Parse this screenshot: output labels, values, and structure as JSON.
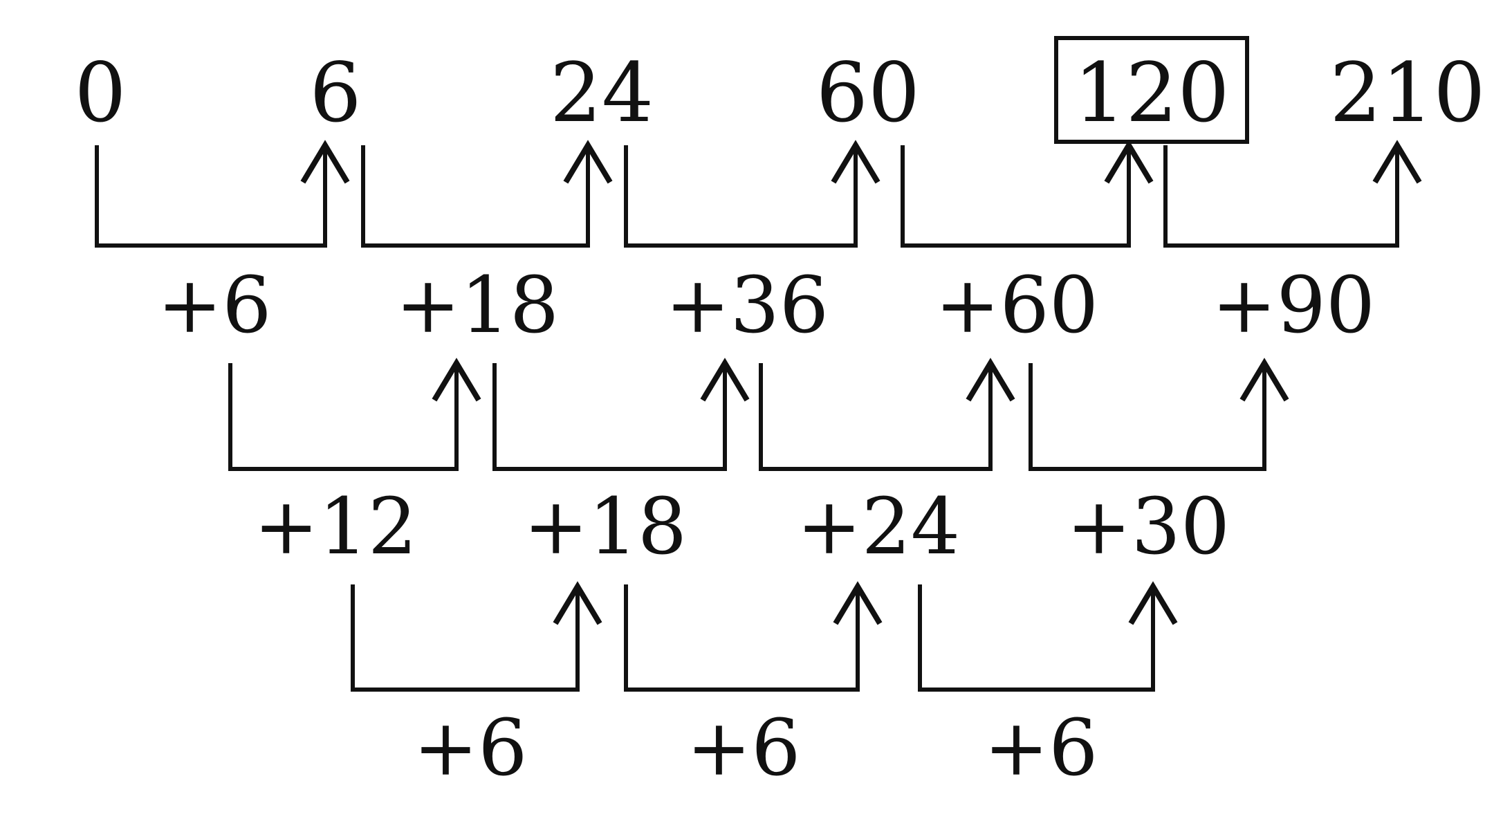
{
  "diagram": {
    "rows": [
      {
        "name": "sequence",
        "items": [
          "0",
          "6",
          "24",
          "60",
          "120",
          "210"
        ],
        "highlight_index": 4
      },
      {
        "name": "first-differences",
        "items": [
          "+6",
          "+18",
          "+36",
          "+60",
          "+90"
        ]
      },
      {
        "name": "second-differences",
        "items": [
          "+12",
          "+18",
          "+24",
          "+30"
        ]
      },
      {
        "name": "third-differences",
        "items": [
          "+6",
          "+6",
          "+6"
        ]
      }
    ]
  },
  "colors": {
    "ink": "#111111",
    "background": "#ffffff"
  }
}
